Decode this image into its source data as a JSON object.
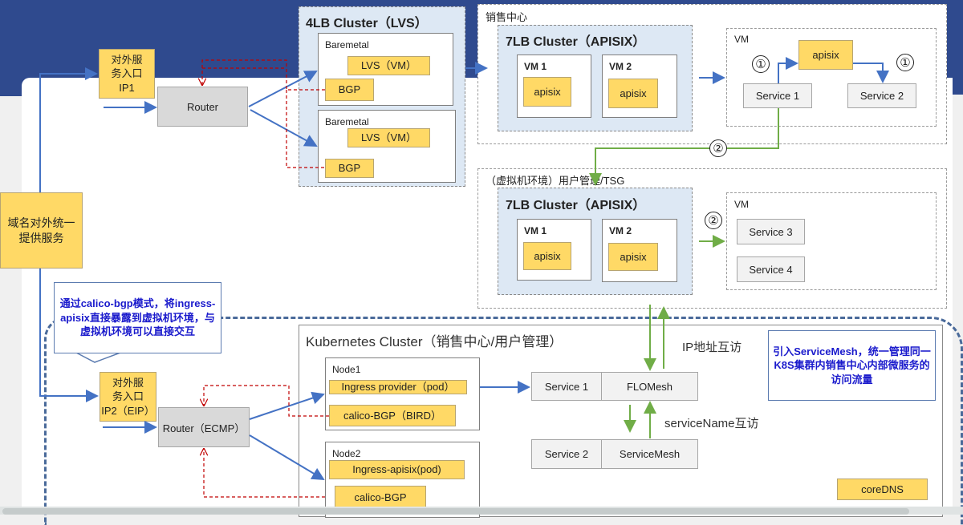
{
  "entry": {
    "global": "域名对外统一提供服务",
    "ip1": "对外服务入口",
    "ip1_sub": "IP1",
    "ip2": "对外服务入口",
    "ip2_sub": "IP2（EIP）"
  },
  "router1": "Router",
  "router2": "Router（ECMP）",
  "lb4": {
    "title": "4LB Cluster（LVS）",
    "nodes": [
      {
        "label": "Baremetal",
        "lvs": "LVS（VM）",
        "bgp": "BGP"
      },
      {
        "label": "Baremetal",
        "lvs": "LVS（VM）",
        "bgp": "BGP"
      }
    ]
  },
  "sales": {
    "label": "销售中心",
    "lb7": {
      "title": "7LB Cluster（APISIX）",
      "vm1": "VM 1",
      "vm2": "VM 2",
      "app": "apisix"
    },
    "vm": {
      "label": "VM",
      "apisix": "apisix",
      "s1": "Service 1",
      "s2": "Service 2",
      "step": "①"
    }
  },
  "user": {
    "label": "（虚拟机环境）用户管理/TSG",
    "lb7": {
      "title": "7LB Cluster（APISIX）",
      "vm1": "VM 1",
      "vm2": "VM 2",
      "app": "apisix"
    },
    "vm": {
      "label": "VM",
      "s3": "Service 3",
      "s4": "Service 4"
    },
    "step": "②"
  },
  "callout1": "通过calico-bgp模式，将ingress-apisix直接暴露到虚拟机环境，与虚拟机环境可以直接交互",
  "callout2": "引入ServiceMesh，统一管理同一K8S集群内销售中心内部微服务的访问流量",
  "k8s": {
    "title": "Kubernetes Cluster（销售中心/用户管理）",
    "node1": {
      "label": "Node1",
      "a": "Ingress provider（pod）",
      "b": "calico-BGP（BIRD）"
    },
    "node2": {
      "label": "Node2",
      "a": "Ingress-apisix(pod)",
      "b": "calico-BGP"
    },
    "s1": "Service 1",
    "flomesh": "FLOMesh",
    "s2": "Service 2",
    "servicemesh": "ServiceMesh",
    "ip_access": "IP地址互访",
    "name_access": "serviceName互访",
    "coredns": "coreDNS"
  },
  "colors": {
    "band": "#2f4a8e",
    "yellow": "#ffd966",
    "lb_fill": "#dde8f4",
    "blue_arrow": "#4472c4",
    "green_arrow": "#70ad47",
    "red_dashed": "#c00000"
  }
}
